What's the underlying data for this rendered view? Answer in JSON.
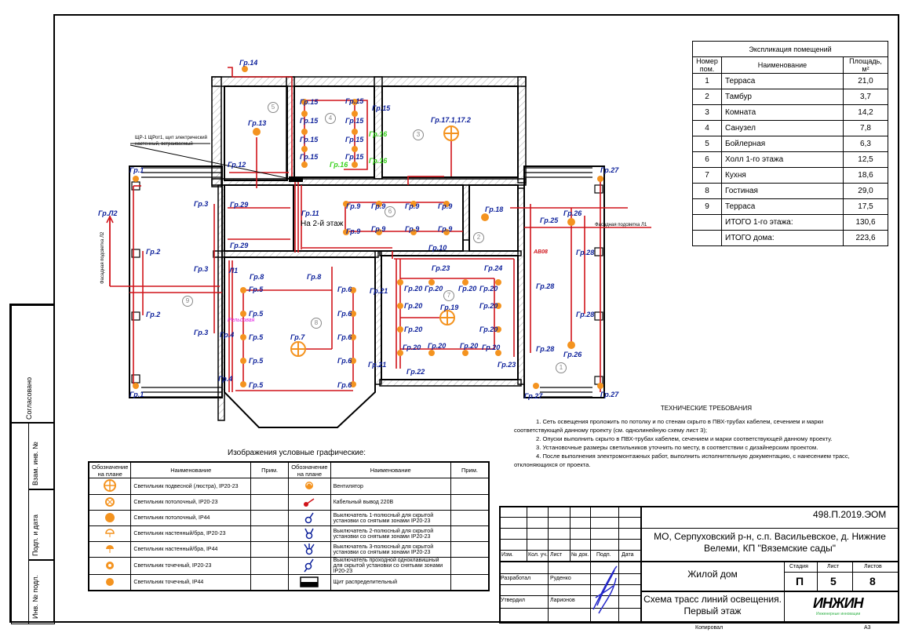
{
  "explication": {
    "title": "Экспликация помещений",
    "headers": [
      "Номер пом.",
      "Наименование",
      "Площадь, м²"
    ],
    "rows": [
      {
        "num": "1",
        "name": "Терраса",
        "area": "21,0"
      },
      {
        "num": "2",
        "name": "Тамбур",
        "area": "3,7"
      },
      {
        "num": "3",
        "name": "Комната",
        "area": "14,2"
      },
      {
        "num": "4",
        "name": "Санузел",
        "area": "7,8"
      },
      {
        "num": "5",
        "name": "Бойлерная",
        "area": "6,3"
      },
      {
        "num": "6",
        "name": "Холл 1-го этажа",
        "area": "12,5"
      },
      {
        "num": "7",
        "name": "Кухня",
        "area": "18,6"
      },
      {
        "num": "8",
        "name": "Гостиная",
        "area": "29,0"
      },
      {
        "num": "9",
        "name": "Терраса",
        "area": "17,5"
      }
    ],
    "totals": [
      {
        "name": "ИТОГО 1-го этажа:",
        "area": "130,6"
      },
      {
        "name": "ИТОГО дома:",
        "area": "223,6"
      }
    ]
  },
  "legend": {
    "title": "Изображения условные графические:",
    "headers": [
      "Обозначение на плане",
      "Наименование",
      "Прим.",
      "Обозначение на плане",
      "Наименование",
      "Прим."
    ],
    "left": [
      {
        "icon": "chandelier-icon",
        "name": "Светильник подвесной (люстра), IP20-23"
      },
      {
        "icon": "ceiling-light-icon",
        "name": "Светильник потолочный, IP20-23"
      },
      {
        "icon": "ceiling-light-ip44-icon",
        "name": "Светильник потолочный, IP44"
      },
      {
        "icon": "wall-light-icon",
        "name": "Светильник настенный/бра, IP20-23"
      },
      {
        "icon": "wall-light-ip44-icon",
        "name": "Светильник настенный/бра, IP44"
      },
      {
        "icon": "spotlight-icon",
        "name": "Светильник точечный, IP20-23"
      },
      {
        "icon": "spotlight-ip44-icon",
        "name": "Светильник точечный, IP44"
      }
    ],
    "right": [
      {
        "icon": "fan-icon",
        "name": "Вентилятор"
      },
      {
        "icon": "cable-outlet-icon",
        "name": "Кабельный вывод 220В"
      },
      {
        "icon": "switch-1-icon",
        "name": "Выключатель 1-полюсный для скрытой установки со снятыми зонами IP20-23"
      },
      {
        "icon": "switch-2-icon",
        "name": "Выключатель 2-полюсный для скрытой установки со снятыми зонами IP20-23"
      },
      {
        "icon": "switch-3-icon",
        "name": "Выключатель 3-полюсный для скрытой установки со снятыми зонами IP20-23"
      },
      {
        "icon": "pass-switch-icon",
        "name": "Выключатель проходной одноклавишный для скрытой установки со снятыми зонами IP20-23"
      },
      {
        "icon": "distribution-board-icon",
        "name": "Щит распределительный"
      }
    ]
  },
  "tech": {
    "title": "ТЕХНИЧЕСКИЕ ТРЕБОВАНИЯ",
    "items": [
      "1. Сеть освещения проложить по потолку и по стенам скрыто в ПВХ-трубах кабелем, сечением и марки соответствующей данному проекту (см. однолинейную схему лист 3);",
      "2. Опуски выполнить скрыто в ПВХ-трубах кабелем, сечением и марки соответствующей данному проекту.",
      "3. Установочные размеры светильников уточнить по месту, в соответствии с дизайнерским проектом.",
      "4. После выполнения электромонтажных работ, выполнить исполнительную документацию, с нанесением трасс, отклоняющихся от проекта."
    ]
  },
  "stamp": {
    "code": "498.П.2019.ЭОМ",
    "address": "МО, Серпуховский р-н, с.п. Васильевское, д. Нижние Велеми, КП \"Вяземские сады\"",
    "object": "Жилой дом",
    "sheet_title": "Схема трасс линий освещения. Первый этаж",
    "cols": [
      "Изм.",
      "Кол. уч.",
      "Лист",
      "№ док.",
      "Подп.",
      "Дата"
    ],
    "developed_label": "Разработал",
    "developed_name": "Руденко",
    "approved_label": "Утвердил",
    "approved_name": "Ларионов",
    "stage_label": "Стадия",
    "sheet_label": "Лист",
    "sheets_label": "Листов",
    "stage": "П",
    "sheet": "5",
    "sheets": "8",
    "logo": "ИНЖИН",
    "logo_sub": "Инженерные инновации",
    "copied": "Копировал",
    "format": "А3"
  },
  "side_stamp": {
    "agreed": "Согласовано",
    "vzam": "Взам. инв. №",
    "podp": "Подп. и дата",
    "inv": "Инв. № подл."
  },
  "plan": {
    "panel_note": "ЩР-1 ЩРот1, щит электрический настенный, встраиваемый",
    "to_second_floor": "На 2-й этаж",
    "facade_left": "Фасадная подсветка Л2",
    "facade_right": "Фасадная подсветка Л1",
    "rooms": [
      "1",
      "2",
      "3",
      "4",
      "5",
      "6",
      "7",
      "8",
      "9"
    ],
    "groups": {
      "gr14": "Гр.14",
      "gr13": "Гр.13",
      "gr12": "Гр.12",
      "gr15": "Гр.15",
      "gr16": "Гр.16",
      "gr17": "Гр.17.1,17.2",
      "gr1": "Гр.1",
      "gr2": "Гр.2",
      "gr3": "Гр.3",
      "gr4": "Гр.4",
      "gr5": "Гр.5",
      "gr6": "Гр.6",
      "gr7": "Гр.7",
      "gr8": "Гр.8",
      "gr9": "Гр.9",
      "gr10": "Гр.10",
      "gr11": "Гр.11",
      "gr18": "Гр.18",
      "gr19": "Гр.19",
      "gr20": "Гр.20",
      "gr21": "Гр.21",
      "gr22": "Гр.22",
      "gr23": "Гр.23",
      "gr24": "Гр.24",
      "gr25": "Гр.25",
      "gr26": "Гр.26",
      "gr27": "Гр.27",
      "gr28": "Гр.28",
      "gr29": "Гр.29",
      "grL2": "Гр.Л2",
      "l1": "Л1",
      "ab": "АВ08",
      "street": "Рельсовая"
    }
  }
}
